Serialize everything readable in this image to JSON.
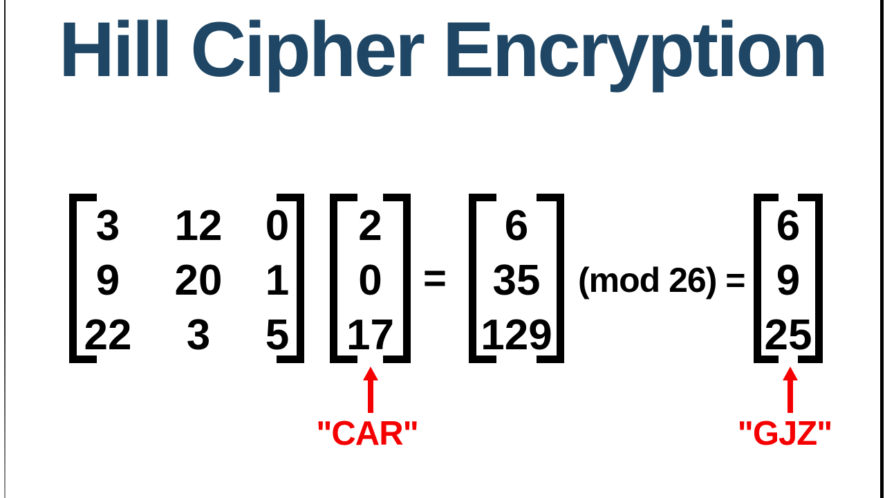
{
  "title": {
    "text": "Hill Cipher Encryption"
  },
  "colors": {
    "title_blue": "#1F4765",
    "highlight_red": "#F40000",
    "ink_black": "#000000",
    "background": "#FFFFFF"
  },
  "equation": {
    "key_matrix": {
      "rows": [
        [
          "3",
          "12",
          "0"
        ],
        [
          "9",
          "20",
          "1"
        ],
        [
          "22",
          "3",
          "5"
        ]
      ]
    },
    "plaintext_vector": {
      "values": [
        "2",
        "0",
        "17"
      ],
      "annotation": "\"CAR\""
    },
    "equals_sign": "=",
    "product_vector": {
      "values": [
        "6",
        "35",
        "129"
      ]
    },
    "mod_equals_text": "(mod 26) =",
    "ciphertext_vector": {
      "values": [
        "6",
        "9",
        "25"
      ],
      "annotation": "\"GJZ\""
    }
  }
}
